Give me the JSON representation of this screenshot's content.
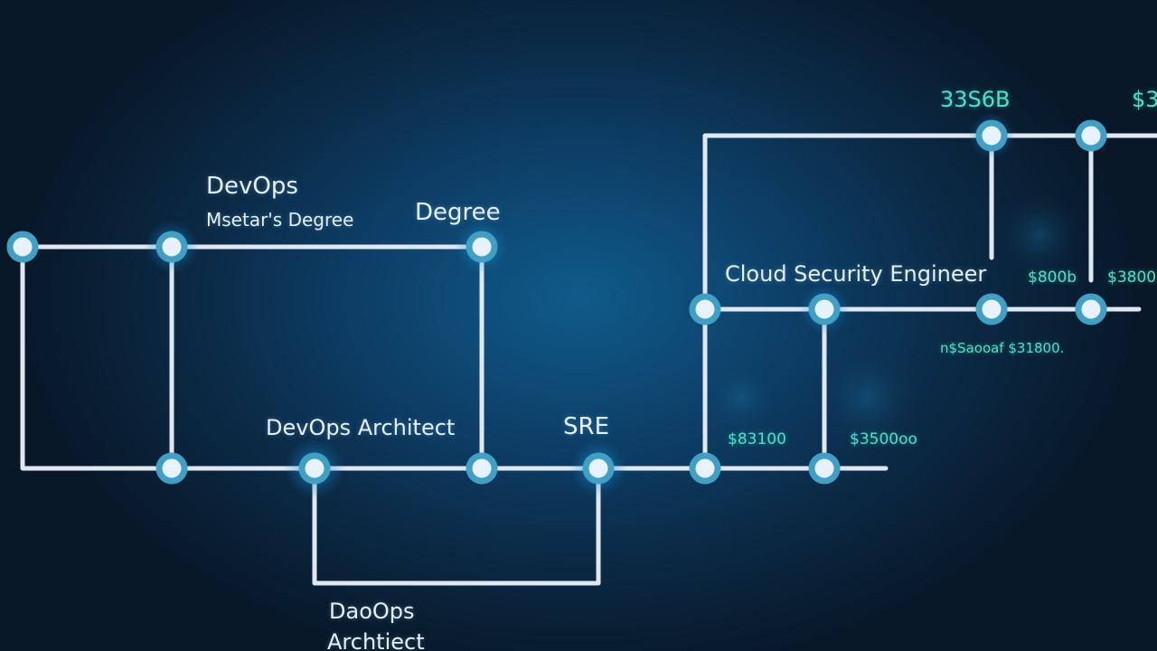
{
  "labels": {
    "devops_heading": "DevOps",
    "masters_degree": "Msetar's Degree",
    "degree": "Degree",
    "cloud_security_engineer": "Cloud Security Engineer",
    "devops_architect": "DevOps Architect",
    "sre": "SRE",
    "daoops": "DaoOps",
    "architect_bottom": "Archtiect"
  },
  "money_labels": {
    "top_left": "33S6B",
    "top_right": "$3",
    "mid_1": "$800b",
    "mid_2": "$3800",
    "mid_range": "n$Saooaf $31800.",
    "low_1": "$83100",
    "low_2": "$3500oo"
  },
  "colors": {
    "background": "#0b2a46",
    "line": "#dfe8f0",
    "node_fill": "#e8f2fb",
    "node_ring": "#3f9fc4",
    "glow": "#2fb8ff",
    "money_text": "#4fe0c8",
    "label_text": "#e6f1fb"
  }
}
